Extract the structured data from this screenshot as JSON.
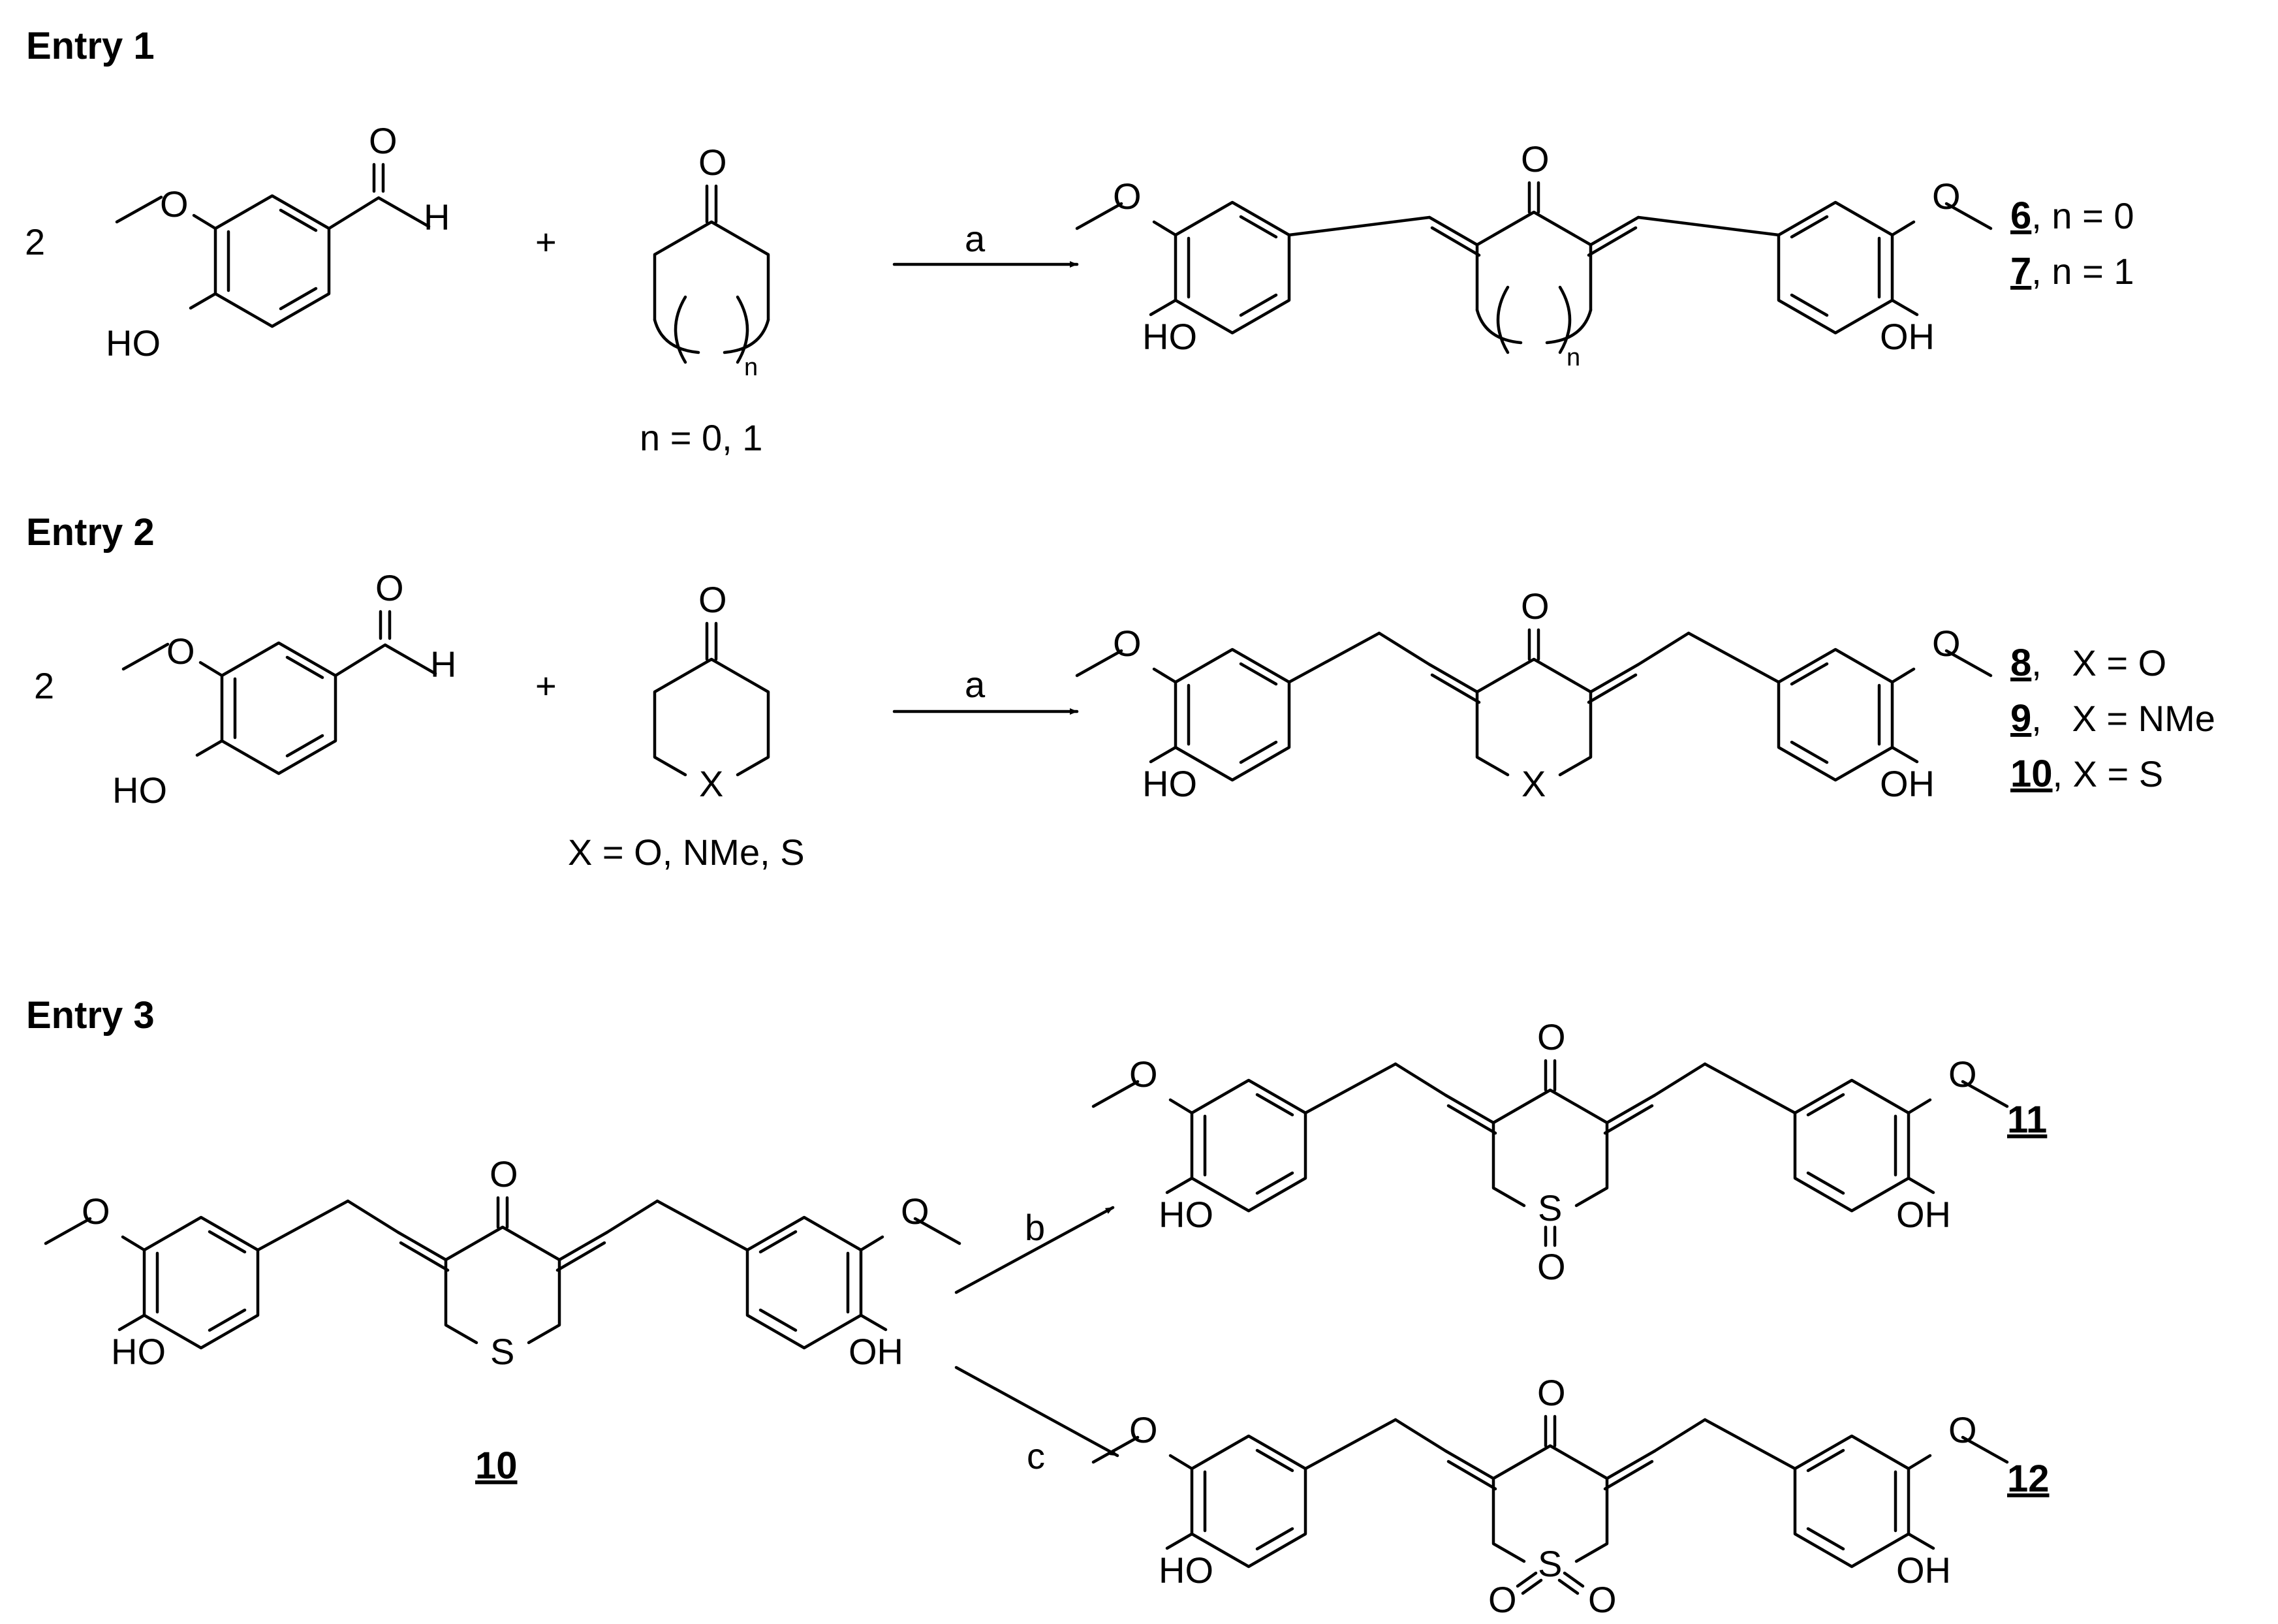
{
  "entries": [
    {
      "heading": "Entry 1",
      "equivalents": "2",
      "plus": "+",
      "reagent_label": "a",
      "ketone_condition": "n = 0, 1",
      "ring_index": "n",
      "products": [
        {
          "compound": "6",
          "condition": ", n = 0"
        },
        {
          "compound": "7",
          "condition": ", n = 1"
        }
      ]
    },
    {
      "heading": "Entry 2",
      "equivalents": "2",
      "plus": "+",
      "reagent_label": "a",
      "ketone_condition": "X = O, NMe, S",
      "products": [
        {
          "compound": "8",
          "condition": ",   X = O"
        },
        {
          "compound": "9",
          "condition": ",   X = NMe"
        },
        {
          "compound": "10",
          "condition": ", X = S"
        }
      ]
    },
    {
      "heading": "Entry 3",
      "starting_compound": "10",
      "reagent_b": "b",
      "reagent_c": "c",
      "products": [
        {
          "compound": "11"
        },
        {
          "compound": "12"
        }
      ]
    }
  ],
  "atoms": {
    "O": "O",
    "H": "H",
    "HO": "HO",
    "OH": "OH",
    "X": "X",
    "S": "S"
  }
}
